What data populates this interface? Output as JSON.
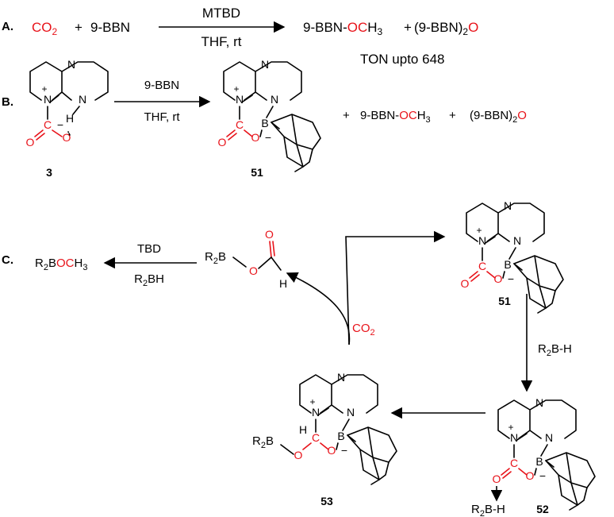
{
  "colors": {
    "highlight": "#e8131a",
    "ink": "#000000",
    "background": "#ffffff"
  },
  "section_a": {
    "label": "A.",
    "reactant_co2": "CO",
    "reactant_co2_sub": "2",
    "plus_1": "+",
    "reactant_bbn": "9-BBN",
    "reagent_top": "MTBD",
    "reagent_bottom": "THF, rt",
    "product_1_prefix": "9-BBN-",
    "product_1_oc": "OC",
    "product_1_h3": "H",
    "product_1_sub": "3",
    "plus_2": "+",
    "product_2_prefix": "(9-BBN)",
    "product_2_sub": "2",
    "product_2_o": "O",
    "ton": "TON upto 648"
  },
  "section_b": {
    "label": "B.",
    "reagent_top": "9-BBN",
    "reagent_bottom": "THF, rt",
    "compound_3": "3",
    "compound_51": "51",
    "plus_1": "+",
    "product_1_prefix": "9-BBN-",
    "product_1_oc": "OC",
    "product_1_h3": "H",
    "product_1_sub": "3",
    "plus_2": "+",
    "product_2_prefix": "(9-BBN)",
    "product_2_sub": "2",
    "product_2_o": "O"
  },
  "section_c": {
    "label": "C.",
    "product_prefix": "R",
    "product_sub": "2",
    "product_b": "B",
    "product_oc": "OC",
    "product_h": "H",
    "product_h_sub": "3",
    "reagent_top": "TBD",
    "reagent_bottom_r": "R",
    "reagent_bottom_sub": "2",
    "reagent_bottom_bh": "BH",
    "formate_r": "R",
    "formate_sub": "2",
    "formate_b": "B",
    "formate_h": "H",
    "co2": "CO",
    "co2_sub": "2",
    "r2bh_step": "R",
    "r2bh_step_sub": "2",
    "r2bh_step_bh": "B-H",
    "r2bh_leaving": "R",
    "r2bh_leaving_sub": "2",
    "r2bh_leaving_bh": "B-H",
    "r2b_53": "R",
    "r2b_53_sub": "2",
    "r2b_53_b": "B",
    "compound_51": "51",
    "compound_52": "52",
    "compound_53": "53"
  },
  "atoms": {
    "N": "N",
    "N_plus": "+",
    "H": "H",
    "C": "C",
    "O": "O",
    "O_minus": "−",
    "B": "B",
    "B_minus": "−"
  }
}
